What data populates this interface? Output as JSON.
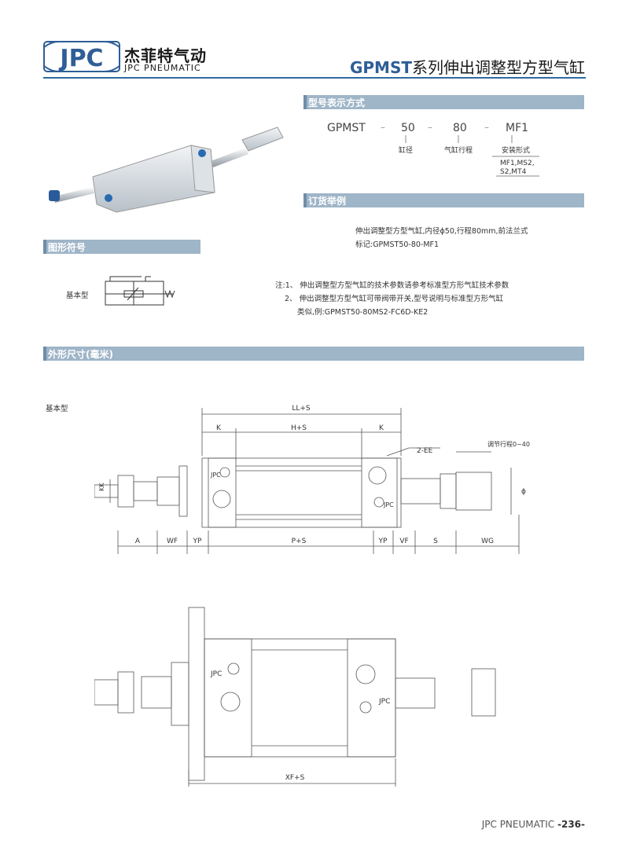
{
  "header": {
    "logo_text": "JPC",
    "brand_cn": "杰菲特气动",
    "brand_en": "JPC PNEUMATIC",
    "title_en": "GPMST",
    "title_cn": "系列伸出调整型方型气缸"
  },
  "model_notation": {
    "bar_label": "型号表示方式",
    "series": "GPMST",
    "bore": "50",
    "stroke": "80",
    "mount": "MF1",
    "bore_label": "缸径",
    "stroke_label": "气缸行程",
    "mount_label": "安装形式",
    "mount_options_1": "MF1,MS2,",
    "mount_options_2": "S2,MT4"
  },
  "order_example": {
    "bar_label": "订货举例",
    "line1": "伸出调整型方型气缸,内径ϕ50,行程80mm,前法兰式",
    "line2": "标记:GPMST50-80-MF1"
  },
  "symbol": {
    "bar_label": "图形符号",
    "basic_label": "基本型"
  },
  "notes": {
    "line1": "注:1、  伸出调整型方型气缸的技术参数请参考标准型方形气缸技术参数",
    "line2": "2、  伸出调整型方型气缸可带阀带开关,型号说明与标准型方形气缸",
    "line3": "类似,例:GPMST50-80MS2-FC6D-KE2"
  },
  "dimensions": {
    "bar_label": "外形尺寸(毫米)",
    "basic_label": "基本型",
    "LL": "LL+S",
    "K_left": "K",
    "H": "H+S",
    "K_right": "K",
    "EE": "2-EE",
    "adjust": "调节行程0~40",
    "KK": "KK",
    "phi": "ϕ",
    "A": "A",
    "WF": "WF",
    "YP_left": "YP",
    "P": "P+S",
    "YP_right": "YP",
    "VF": "VF",
    "S": "S",
    "WG": "WG",
    "XF": "XF+S",
    "stamp": "JPC"
  },
  "footer": {
    "brand": "JPC PNEUMATIC",
    "page": "-236-"
  }
}
